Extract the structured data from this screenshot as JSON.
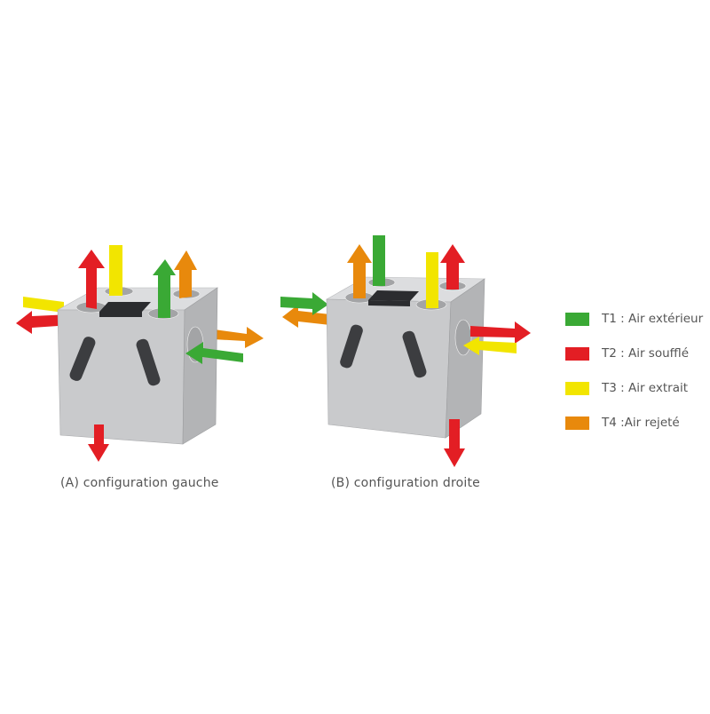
{
  "configurations": [
    {
      "id": "A",
      "caption": "(A) configuration gauche"
    },
    {
      "id": "B",
      "caption": "(B) configuration droite"
    }
  ],
  "legend": [
    {
      "label": "T1 : Air extérieur",
      "color": "#3aa935"
    },
    {
      "label": "T2 : Air soufflé",
      "color": "#e31e24"
    },
    {
      "label": "T3 : Air extrait",
      "color": "#f2e500"
    },
    {
      "label": "T4 :Air rejeté",
      "color": "#e8890c"
    }
  ],
  "colors": {
    "box_front": "#c9cacc",
    "box_top": "#dcdddf",
    "box_side": "#b3b4b6",
    "handle": "#3c3d40",
    "panel": "#2b2c2f"
  }
}
